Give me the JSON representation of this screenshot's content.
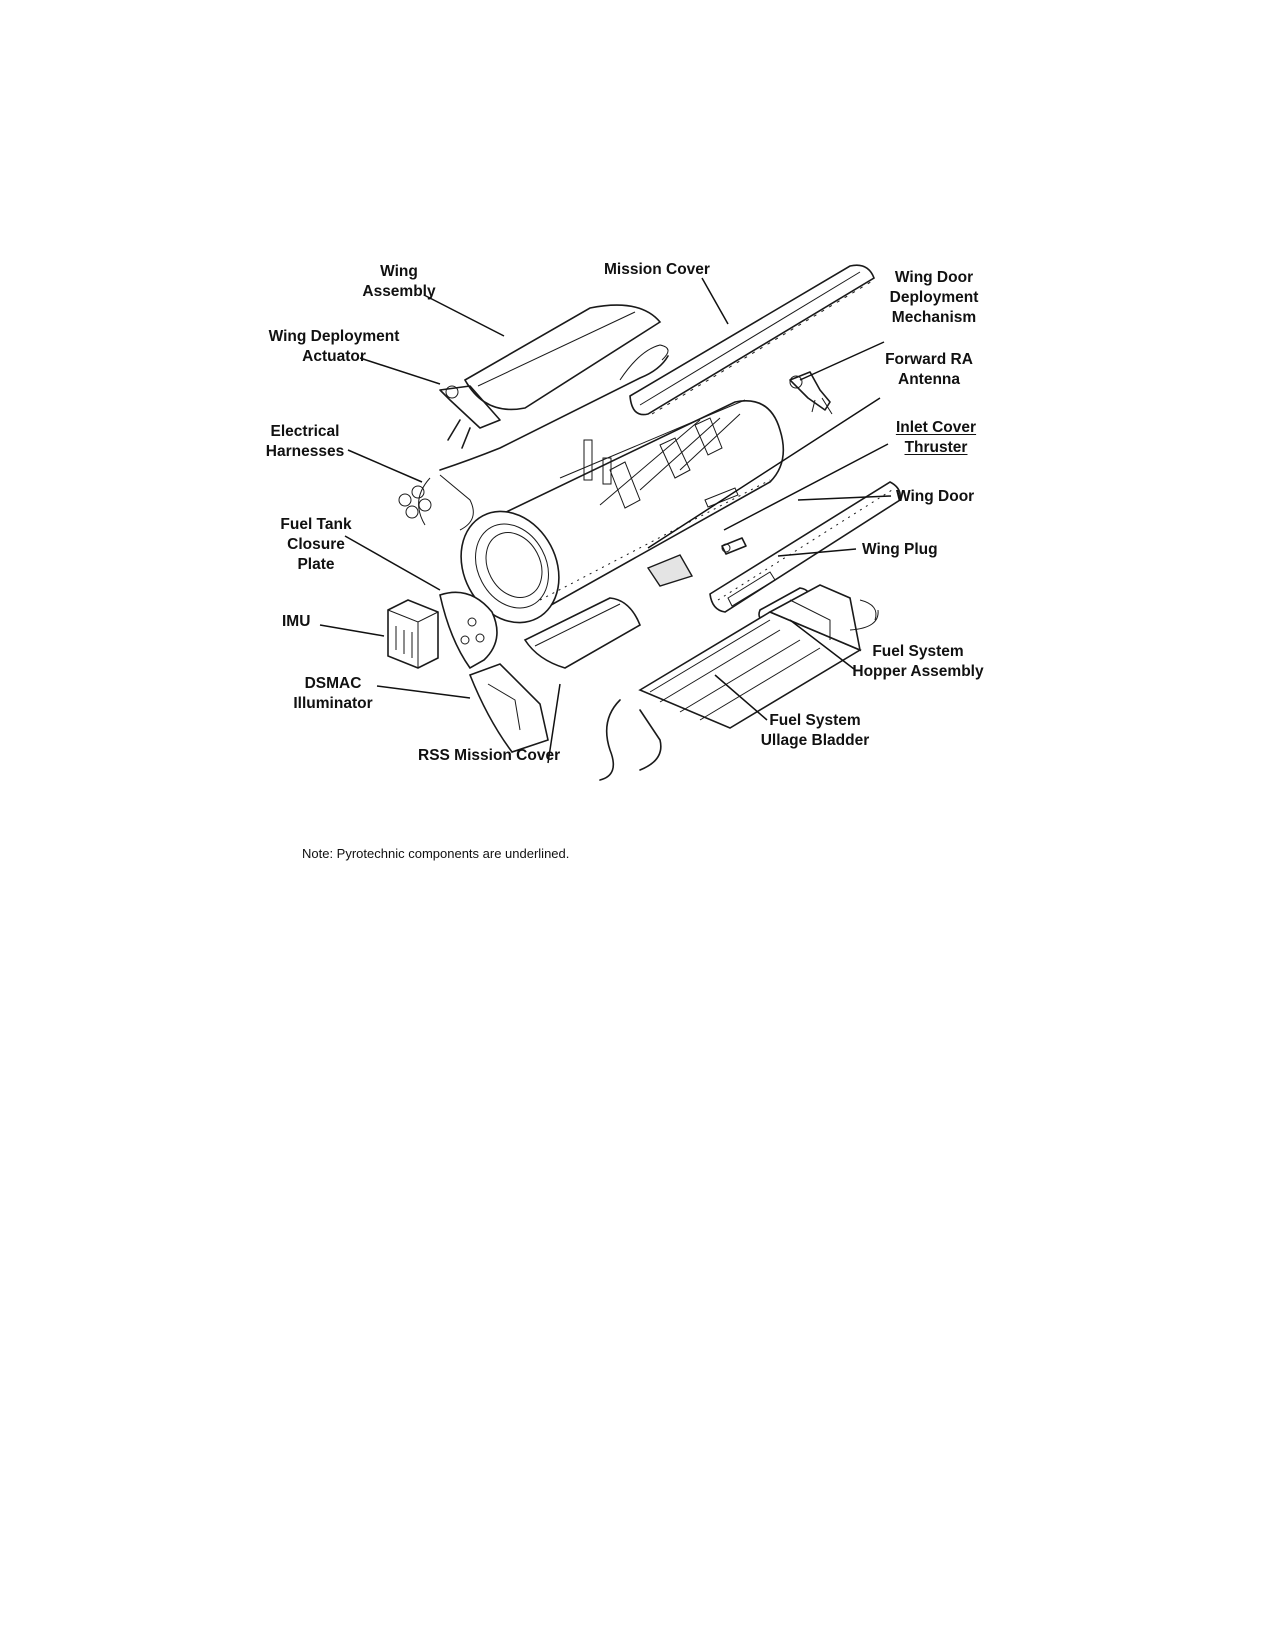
{
  "labels": {
    "wing_assembly": [
      "Wing",
      "Assembly"
    ],
    "mission_cover": "Mission Cover",
    "wing_door_deployment_mechanism": [
      "Wing Door",
      "Deployment",
      "Mechanism"
    ],
    "wing_deployment_actuator": [
      "Wing Deployment",
      "Actuator"
    ],
    "forward_ra_antenna": [
      "Forward RA",
      "Antenna"
    ],
    "electrical_harnesses": [
      "Electrical",
      "Harnesses"
    ],
    "inlet_cover_thruster": [
      "Inlet Cover",
      "Thruster"
    ],
    "wing_door": "Wing Door",
    "fuel_tank_closure_plate": [
      "Fuel Tank",
      "Closure",
      "Plate"
    ],
    "wing_plug": "Wing Plug",
    "imu": "IMU",
    "fuel_system_hopper_assembly": [
      "Fuel System",
      "Hopper Assembly"
    ],
    "dsmac_illuminator": [
      "DSMAC",
      "Illuminator"
    ],
    "fuel_system_ullage_bladder": [
      "Fuel System",
      "Ullage Bladder"
    ],
    "rss_mission_cover": "RSS Mission Cover"
  },
  "note": "Note:  Pyrotechnic components are underlined.",
  "underlined_components": [
    "Inlet Cover Thruster"
  ]
}
